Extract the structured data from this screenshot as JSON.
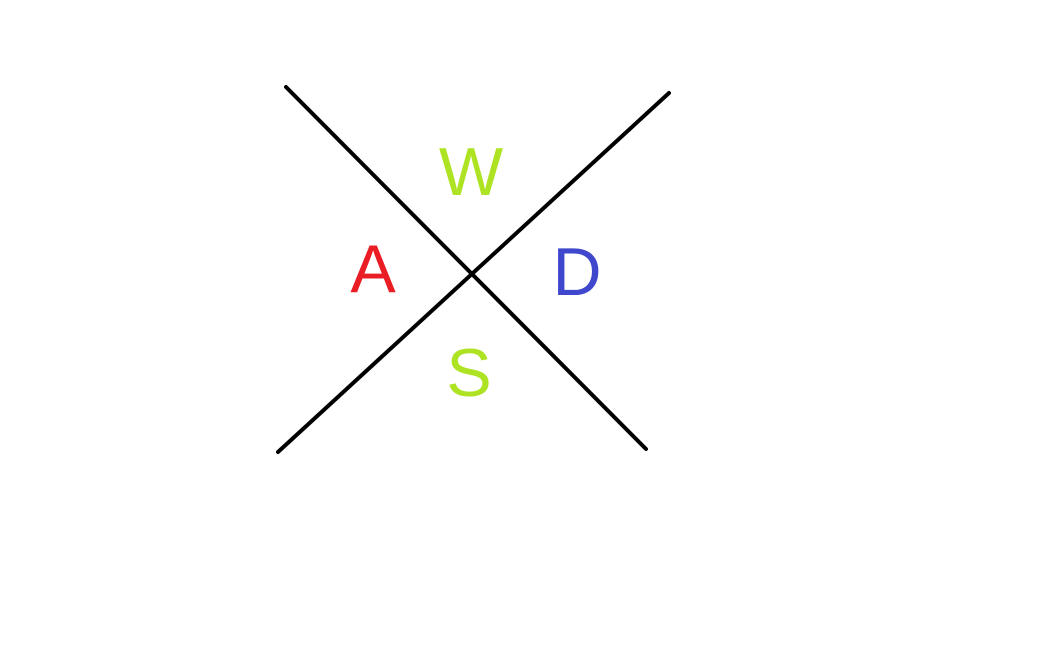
{
  "labels": {
    "up": "W",
    "left": "A",
    "down": "S",
    "right": "D"
  },
  "colors": {
    "lines": "#000000",
    "up": "#aee323",
    "left": "#ea1c24",
    "down": "#aee323",
    "right": "#3f48cc",
    "background": "#ffffff"
  }
}
